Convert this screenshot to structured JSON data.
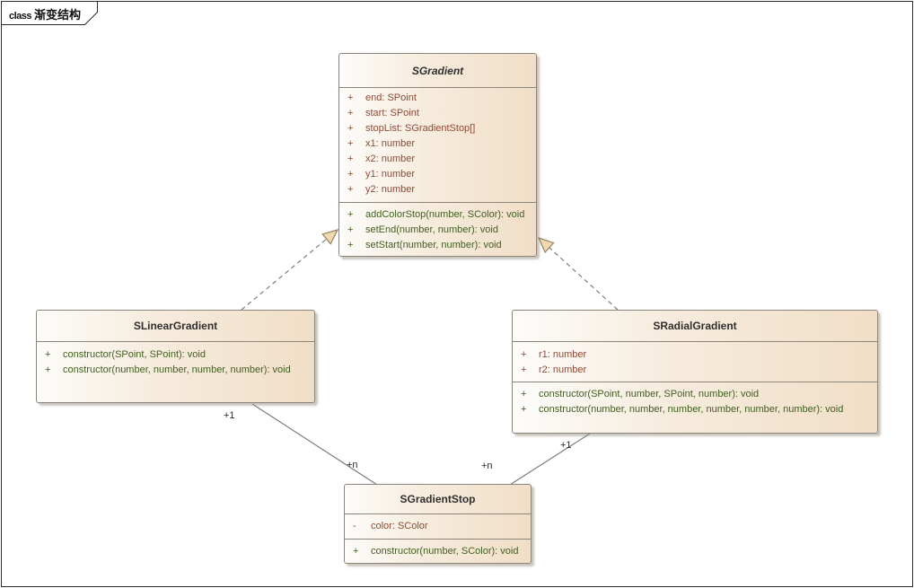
{
  "frame": {
    "prefix": "class",
    "title": "渐变结构"
  },
  "classes": {
    "sgradient": {
      "name": "SGradient",
      "attributes": [
        {
          "vis": "+",
          "text": "end: SPoint"
        },
        {
          "vis": "+",
          "text": "start: SPoint"
        },
        {
          "vis": "+",
          "text": "stopList: SGradientStop[]"
        },
        {
          "vis": "+",
          "text": "x1: number"
        },
        {
          "vis": "+",
          "text": "x2: number"
        },
        {
          "vis": "+",
          "text": "y1: number"
        },
        {
          "vis": "+",
          "text": "y2: number"
        }
      ],
      "methods": [
        {
          "vis": "+",
          "text": "addColorStop(number, SColor): void"
        },
        {
          "vis": "+",
          "text": "setEnd(number, number): void"
        },
        {
          "vis": "+",
          "text": "setStart(number, number): void"
        }
      ]
    },
    "slinear": {
      "name": "SLinearGradient",
      "methods": [
        {
          "vis": "+",
          "text": "constructor(SPoint, SPoint): void"
        },
        {
          "vis": "+",
          "text": "constructor(number, number, number, number): void"
        }
      ]
    },
    "sradial": {
      "name": "SRadialGradient",
      "attributes": [
        {
          "vis": "+",
          "text": "r1: number"
        },
        {
          "vis": "+",
          "text": "r2: number"
        }
      ],
      "methods": [
        {
          "vis": "+",
          "text": "constructor(SPoint, number, SPoint, number): void"
        },
        {
          "vis": "+",
          "text": "constructor(number, number, number, number, number, number): void"
        }
      ]
    },
    "sstop": {
      "name": "SGradientStop",
      "attributes": [
        {
          "vis": "-",
          "text": "color: SColor"
        }
      ],
      "methods": [
        {
          "vis": "+",
          "text": "constructor(number, SColor): void"
        }
      ]
    }
  },
  "connections": {
    "linear_to_stop": {
      "source_label": "+1",
      "target_label": "+n"
    },
    "radial_to_stop": {
      "source_label": "+1",
      "target_label": "+n"
    }
  },
  "colors": {
    "attribute_text": "#8e4a36",
    "method_text": "#3f5e20",
    "box_fill_light": "#fdfcfa",
    "box_fill_dark": "#f1dec7",
    "box_border": "#8b857a",
    "connector_line": "#7d7d7d",
    "triangle_fill": "#f0d9ae",
    "triangle_stroke": "#94835f"
  }
}
